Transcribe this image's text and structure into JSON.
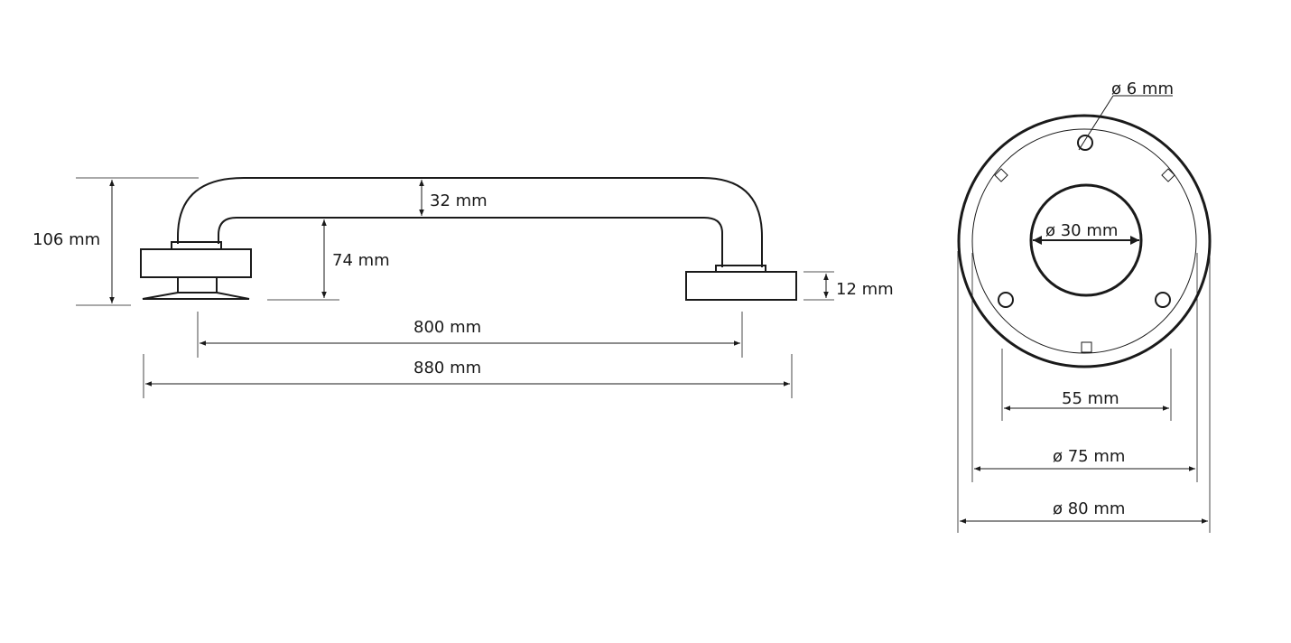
{
  "side_view": {
    "height_total": "106 mm",
    "tube_diameter": "32 mm",
    "clearance": "74 mm",
    "base_thickness": "12 mm",
    "center_distance": "800 mm",
    "overall_length": "880 mm"
  },
  "front_view": {
    "screw_hole": "ø 6 mm",
    "tube": "ø 30 mm",
    "hole_spacing": "55 mm",
    "inner_diameter": "ø 75 mm",
    "outer_diameter": "ø 80 mm"
  },
  "colors": {
    "line": "#1a1a1a",
    "background": "#ffffff"
  }
}
